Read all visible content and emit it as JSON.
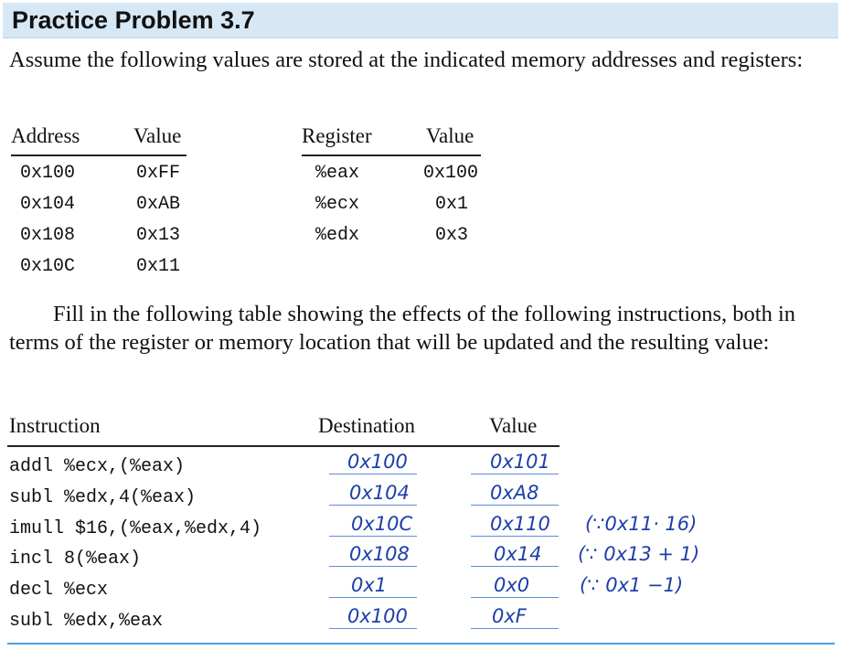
{
  "title": "Practice Problem 3.7",
  "intro": "Assume the following values are stored at the indicated memory addresses and registers:",
  "memory_table": {
    "headers": [
      "Address",
      "Value"
    ],
    "rows": [
      [
        "0x100",
        "0xFF"
      ],
      [
        "0x104",
        "0xAB"
      ],
      [
        "0x108",
        "0x13"
      ],
      [
        "0x10C",
        "0x11"
      ]
    ]
  },
  "register_table": {
    "headers": [
      "Register",
      "Value"
    ],
    "rows": [
      [
        "%eax",
        "0x100"
      ],
      [
        "%ecx",
        "0x1"
      ],
      [
        "%edx",
        "0x3"
      ]
    ]
  },
  "instructions_text": "Fill in the following table showing the effects of the following instructions, both in terms of the register or memory location that will be updated and the resulting value:",
  "answer_table": {
    "headers": [
      "Instruction",
      "Destination",
      "Value"
    ],
    "rows": [
      {
        "instruction": "addl %ecx,(%eax)",
        "destination": "0x100",
        "value": "0x101",
        "note": ""
      },
      {
        "instruction": "subl %edx,4(%eax)",
        "destination": "0x104",
        "value": "0xA8",
        "note": ""
      },
      {
        "instruction": "imull $16,(%eax,%edx,4)",
        "destination": "0x10C",
        "value": "0x110",
        "note": "(∵0x11· 16)"
      },
      {
        "instruction": "incl 8(%eax)",
        "destination": "0x108",
        "value": "0x14",
        "note": "(∵ 0x13 + 1)"
      },
      {
        "instruction": "decl %ecx",
        "destination": "0x1",
        "value": "0x0",
        "note": "(∵ 0x1 −1)"
      },
      {
        "instruction": "subl %edx,%eax",
        "destination": "0x100",
        "value": "0xF",
        "note": ""
      }
    ]
  },
  "colors": {
    "title_band": "#d6e8f6",
    "handwriting": "#1f3fa8",
    "accent_rule": "#4aa0e0"
  }
}
